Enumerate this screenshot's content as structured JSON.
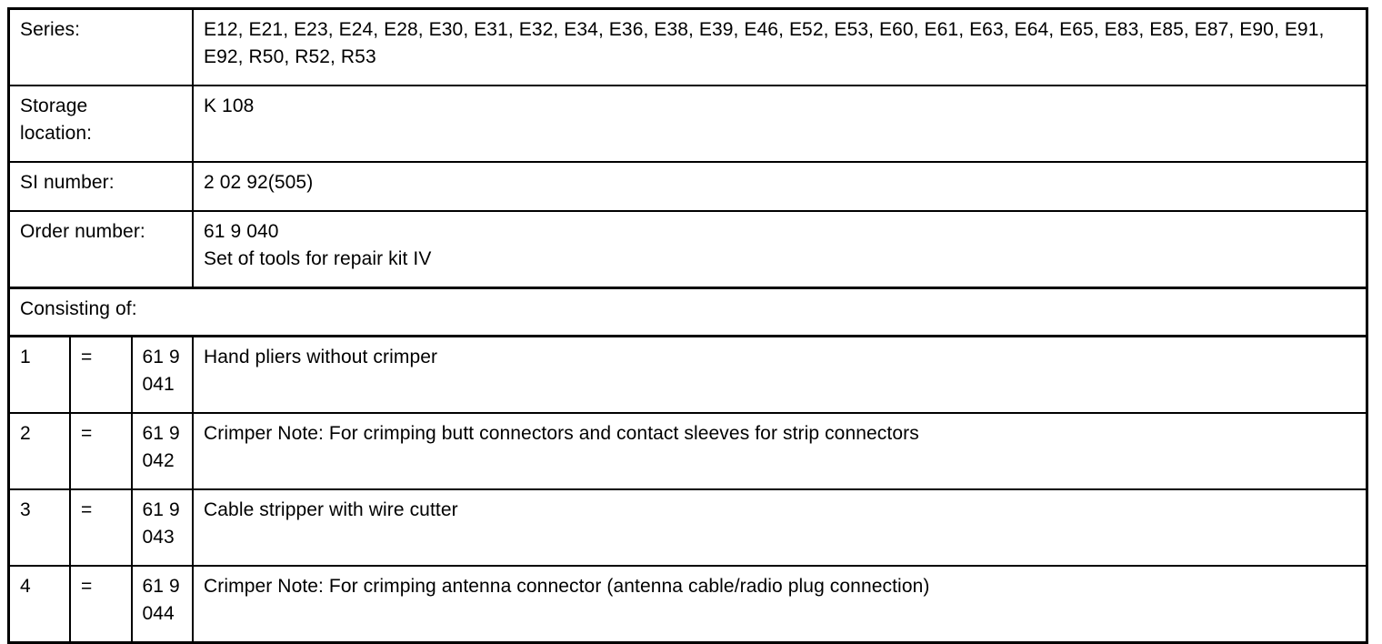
{
  "document": {
    "type": "specification-table",
    "fields": [
      {
        "label": "Series:",
        "value": "E12, E21, E23, E24, E28, E30, E31, E32, E34, E36, E38, E39, E46, E52, E53, E60, E61, E63, E64, E65, E83, E85, E87, E90, E91, E92, R50, R52, R53"
      },
      {
        "label": "Storage\nlocation:",
        "value": "K 108"
      },
      {
        "label": "SI number:",
        "value": "2 02 92(505)"
      },
      {
        "label": "Order number:",
        "value": "61 9 040\nSet of tools for repair kit IV"
      }
    ],
    "consisting_of_heading": "Consisting of:",
    "items": [
      {
        "index": "1",
        "equals": "=",
        "part_number": "61 9\n041",
        "description": "Hand pliers without crimper"
      },
      {
        "index": "2",
        "equals": "=",
        "part_number": "61 9\n042",
        "description": "Crimper Note: For crimping butt connectors and contact sleeves for strip connectors"
      },
      {
        "index": "3",
        "equals": "=",
        "part_number": "61 9\n043",
        "description": "Cable stripper with wire cutter"
      },
      {
        "index": "4",
        "equals": "=",
        "part_number": "61 9\n044",
        "description": "Crimper Note: For crimping antenna connector (antenna cable/radio plug connection)"
      }
    ]
  },
  "colors": {
    "border": "#000000",
    "text": "#000000",
    "background": "#ffffff"
  }
}
